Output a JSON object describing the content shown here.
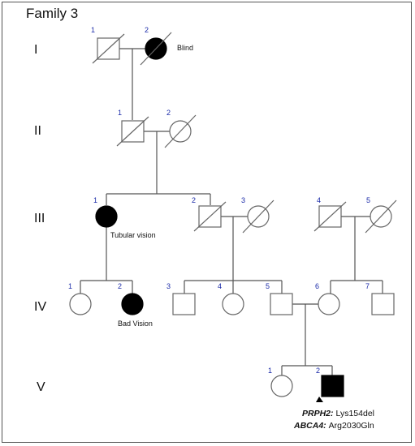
{
  "title": "Family 3",
  "generations": [
    "I",
    "II",
    "III",
    "IV",
    "V"
  ],
  "individuals": {
    "I_1": "1",
    "I_2": "2",
    "II_1": "1",
    "II_2": "2",
    "III_1": "1",
    "III_2": "2",
    "III_3": "3",
    "III_4": "4",
    "III_5": "5",
    "IV_1": "1",
    "IV_2": "2",
    "IV_3": "3",
    "IV_4": "4",
    "IV_5": "5",
    "IV_6": "6",
    "IV_7": "7",
    "V_1": "1",
    "V_2": "2"
  },
  "annotations": {
    "I_2": "Blind",
    "III_1": "Tubular vision",
    "IV_2": "Bad Vision"
  },
  "genotype": {
    "gene1": "PRPH2:",
    "variant1": "Lys154del",
    "gene2": "ABCA4:",
    "variant2": "Arg2030Gln"
  }
}
